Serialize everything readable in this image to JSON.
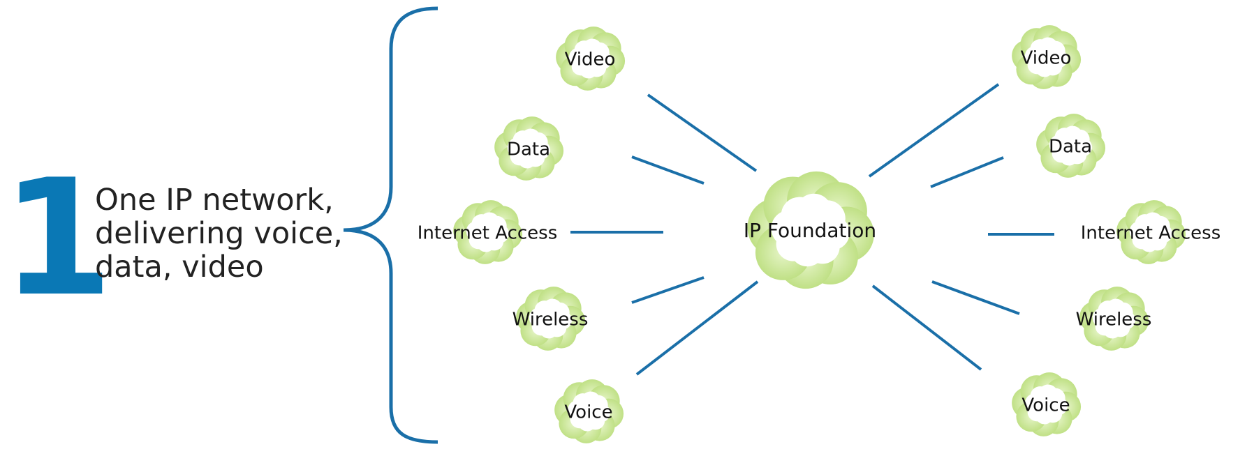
{
  "step_number": "1",
  "headline": {
    "line1": "One IP network,",
    "line2": "delivering voice,",
    "line3": "data, video"
  },
  "center": {
    "label": "IP Foundation"
  },
  "left_clouds": [
    {
      "label": "Video"
    },
    {
      "label": "Data"
    },
    {
      "label": "Internet Access"
    },
    {
      "label": "Wireless"
    },
    {
      "label": "Voice"
    }
  ],
  "right_clouds": [
    {
      "label": "Video"
    },
    {
      "label": "Data"
    },
    {
      "label": "Internet Access"
    },
    {
      "label": "Wireless"
    },
    {
      "label": "Voice"
    }
  ],
  "colors": {
    "accent": "#0a78b5",
    "line": "#1a6fa8",
    "cloud_outer": "#c6e58e",
    "cloud_inner": "#ffffff",
    "text": "#111111"
  }
}
